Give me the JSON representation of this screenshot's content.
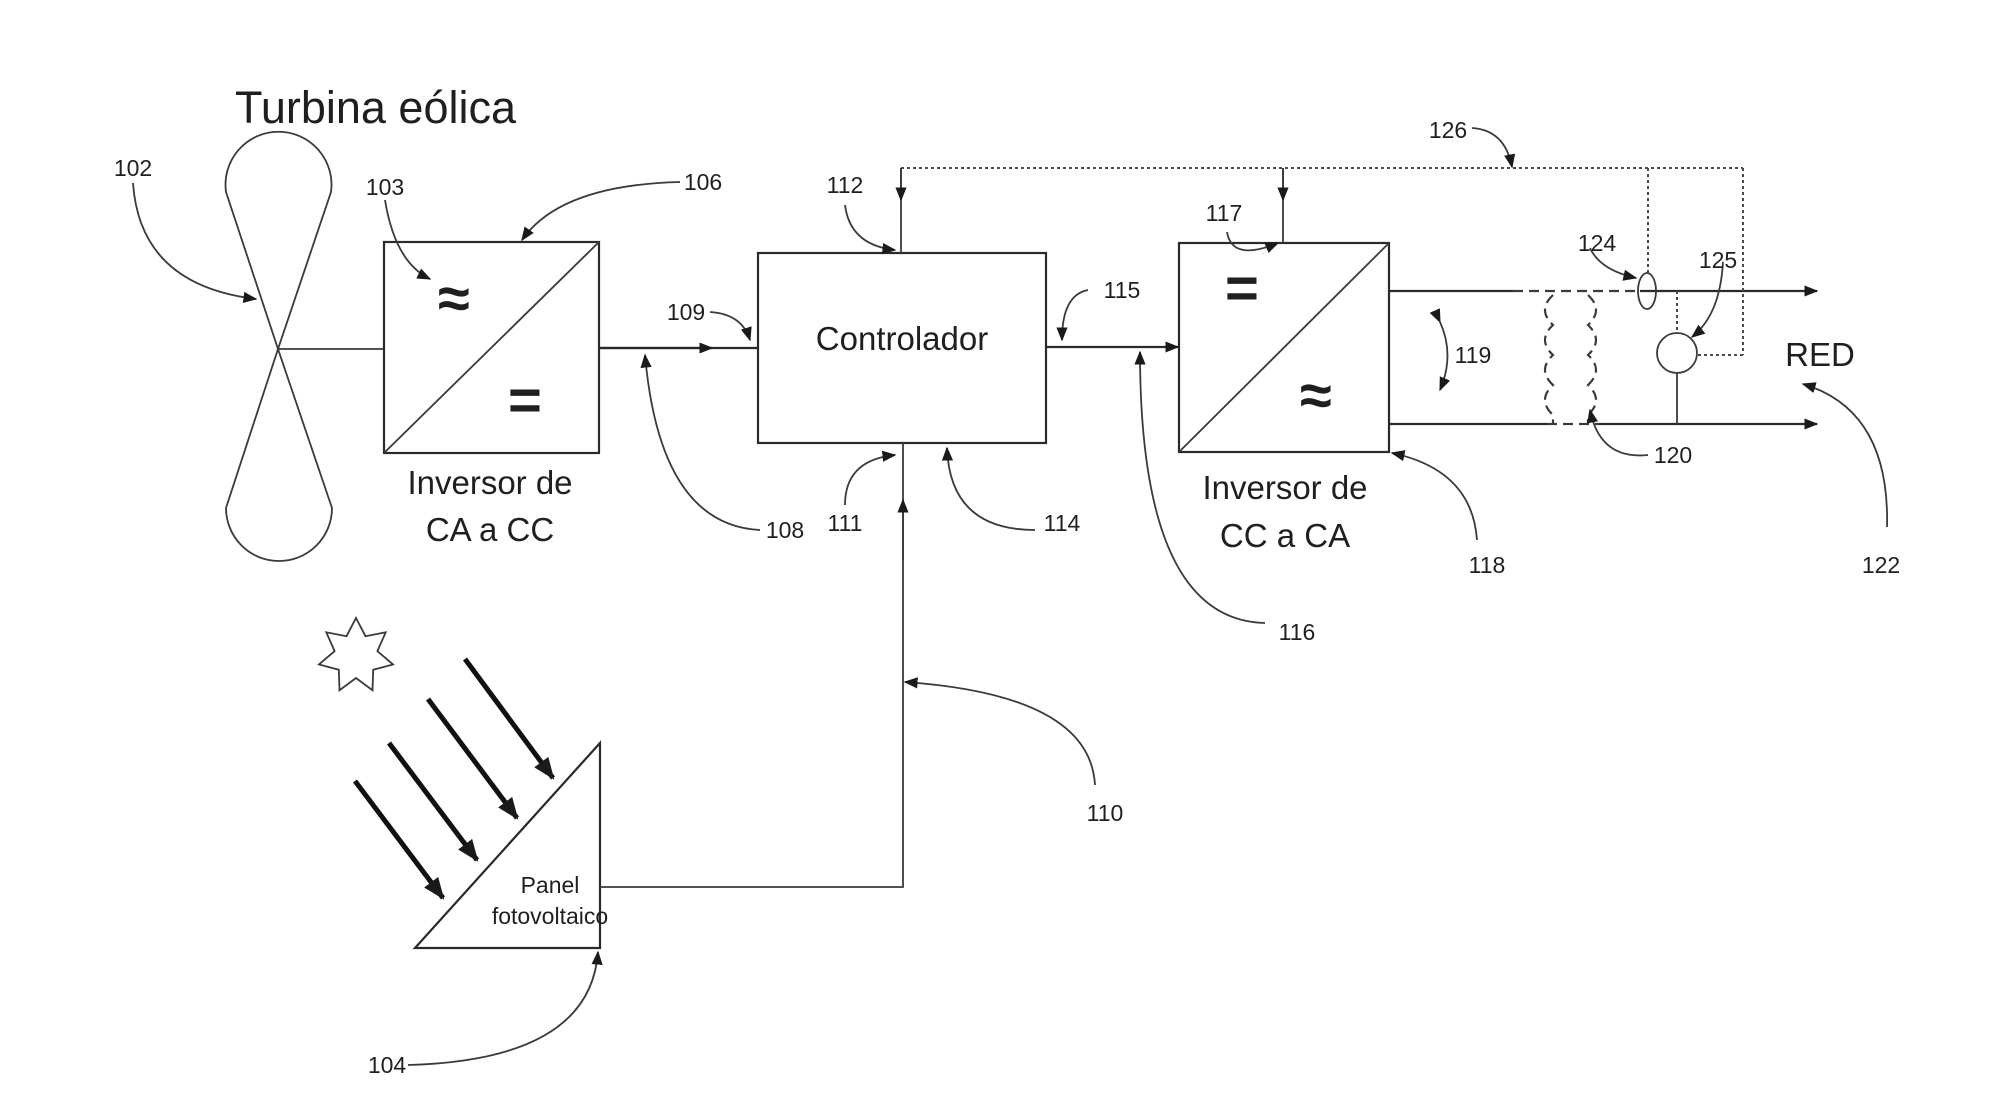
{
  "title": "Turbina eólica",
  "blocks": {
    "ac_dc_inverter": {
      "line1": "Inversor de",
      "line2": "CA a CC",
      "input_symbol": "≈",
      "output_symbol": "="
    },
    "controller": {
      "label": "Controlador"
    },
    "dc_ac_inverter": {
      "line1": "Inversor de",
      "line2": "CC a CA",
      "input_symbol": "=",
      "output_symbol": "≈"
    },
    "pv_panel": {
      "line1": "Panel",
      "line2": "fotovoltaico"
    },
    "grid": {
      "label": "RED"
    }
  },
  "reference_numerals": {
    "wind_turbine": "102",
    "ac_symbol": "103",
    "pv_panel": "104",
    "ac_dc_inverter": "106",
    "dc_link_line": "108",
    "controller_input_1": "109",
    "pv_line": "110",
    "controller_input_2": "111",
    "controller_feedback_input": "112",
    "controller_bottom": "114",
    "controller_output": "115",
    "controller_to_inverter_line": "116",
    "inverter_feedback_input": "117",
    "dc_ac_inverter": "118",
    "ac_output": "119",
    "transformer": "120",
    "grid": "122",
    "current_sensor": "124",
    "voltage_sensor": "125",
    "feedback_bus": "126"
  },
  "icons": [
    "wind-turbine-icon",
    "sun-icon",
    "light-ray-icon",
    "pv-panel-icon",
    "current-sensor-icon",
    "voltage-sensor-icon",
    "transformer-icon"
  ]
}
